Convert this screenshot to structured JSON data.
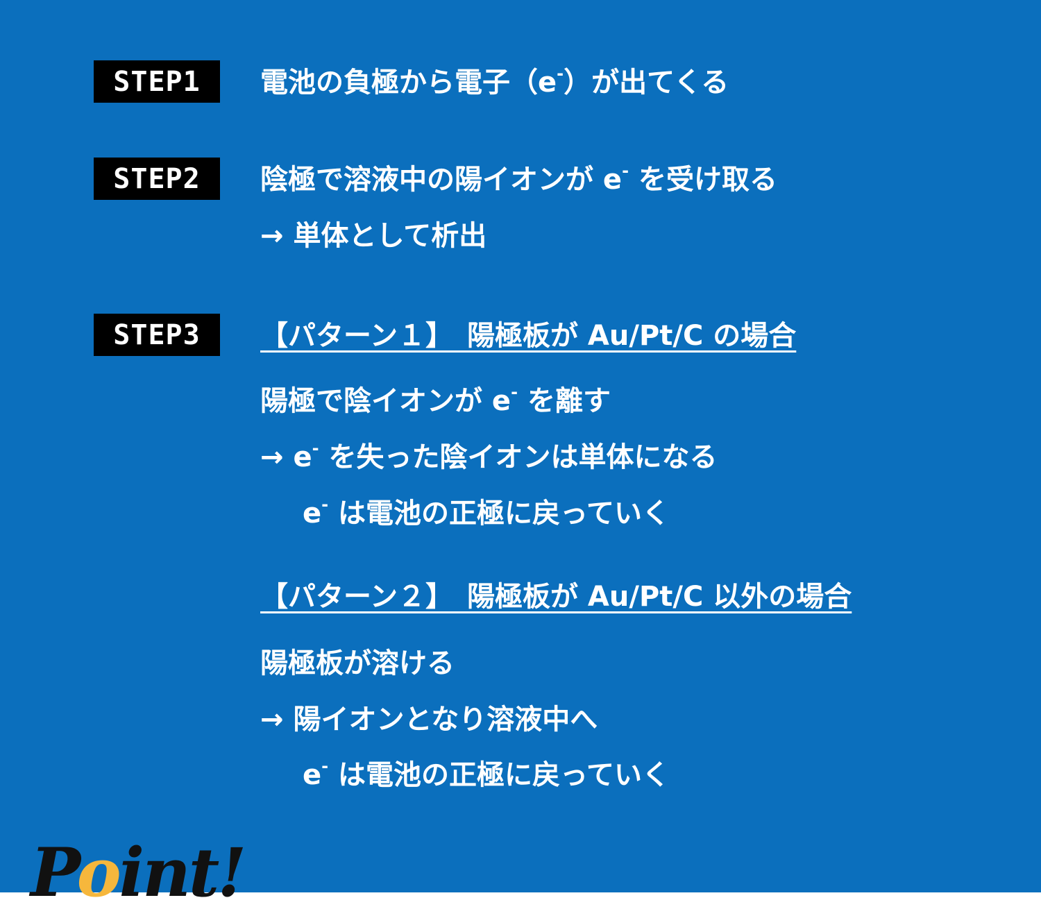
{
  "colors": {
    "panel": "#0b6fbd",
    "badge": "#000000",
    "text": "#ffffff",
    "logo_accent": "#f6b73c"
  },
  "steps": [
    {
      "label": "STEP1"
    },
    {
      "label": "STEP2"
    },
    {
      "label": "STEP3"
    }
  ],
  "step1": {
    "line1": "電池の負極から電子（e",
    "line1_sup": "-",
    "line1_end": "）が出てくる"
  },
  "step2": {
    "line1_a": "陰極で溶液中の陽イオンが e",
    "line1_sup": "-",
    "line1_b": " を受け取る",
    "line2": "→ 単体として析出"
  },
  "step3": {
    "pattern1": {
      "heading": "【パターン１】　陽極板が Au/Pt/C の場合",
      "line1_a": "陽極で陰イオンが e",
      "line1_sup": "-",
      "line1_b": " を離す",
      "line2_a": "→ e",
      "line2_sup": "-",
      "line2_b": " を失った陰イオンは単体になる",
      "line3_a": "e",
      "line3_sup": "-",
      "line3_b": " は電池の正極に戻っていく"
    },
    "pattern2": {
      "heading": "【パターン２】　陽極板が Au/Pt/C 以外の場合",
      "line1": "陽極板が溶ける",
      "line2": "→ 陽イオンとなり溶液中へ",
      "line3_a": "e",
      "line3_sup": "-",
      "line3_b": " は電池の正極に戻っていく"
    }
  },
  "logo": {
    "p": "P",
    "o": "o",
    "rest": "int!"
  }
}
